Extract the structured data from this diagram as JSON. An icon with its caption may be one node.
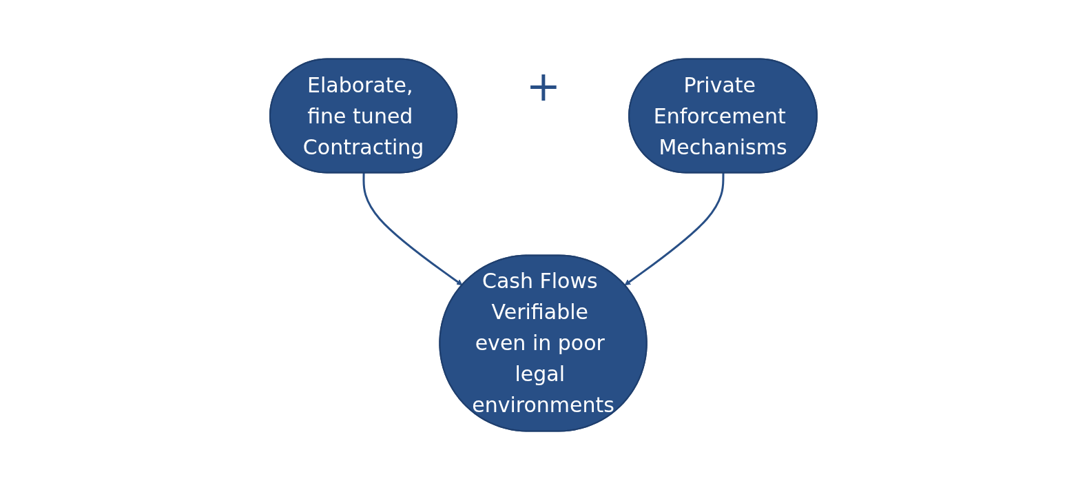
{
  "diagram": {
    "nodes": [
      {
        "text": [
          "Elaborate, fine tuned Contracting"
        ]
      },
      {
        "text": [
          "Private Enforcement Mechanisms"
        ]
      },
      {
        "text": [
          "Cash Flows Verifiable even in poor legal environments"
        ]
      }
    ],
    "edges": [
      {
        "from": 0,
        "to": 2,
        "arrow": "to"
      },
      {
        "from": 1,
        "to": 2,
        "arrow": "to"
      }
    ],
    "labels": [
      "+"
    ]
  }
}
